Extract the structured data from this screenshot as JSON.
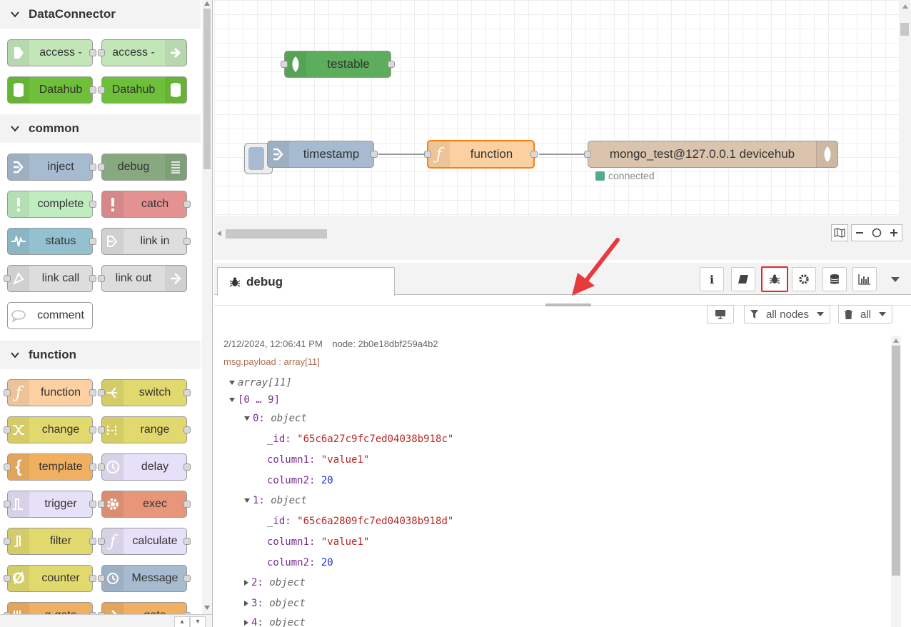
{
  "palette": {
    "categories": [
      {
        "name": "DataConnector"
      },
      {
        "name": "common"
      },
      {
        "name": "function"
      }
    ],
    "nodes": {
      "access_in": "access -",
      "access_out": "access -",
      "datahub_in": "Datahub",
      "datahub_out": "Datahub",
      "inject": "inject",
      "debug": "debug",
      "complete": "complete",
      "catch": "catch",
      "status": "status",
      "link_in": "link in",
      "link_call": "link call",
      "link_out": "link out",
      "comment": "comment",
      "function": "function",
      "switch": "switch",
      "change": "change",
      "range": "range",
      "template": "template",
      "delay": "delay",
      "trigger": "trigger",
      "exec": "exec",
      "filter": "filter",
      "calculate": "calculate",
      "counter": "counter",
      "message": "Message",
      "q_gate": "q-gate",
      "gate": "gate"
    }
  },
  "flow": {
    "testable": "testable",
    "timestamp": "timestamp",
    "function": "function",
    "mongo": "mongo_test@127.0.0.1 devicehub",
    "mongo_status": "connected"
  },
  "sidebar": {
    "active_tab": "debug",
    "filter_label": "all nodes",
    "clear_label": "all"
  },
  "debug": {
    "timestamp": "2/12/2024, 12:06:41 PM",
    "node": "node: 2b0e18dbf259a4b2",
    "topic": "msg.payload : array[11]",
    "array_label": "array[11]",
    "range_label": "[0 … 9]",
    "items": [
      {
        "index": "0:",
        "type": "object",
        "id_key": "_id:",
        "id_val": "\"65c6a27c9fc7ed04038b918c\"",
        "c1_key": "column1:",
        "c1_val": "\"value1\"",
        "c2_key": "column2:",
        "c2_val": "20"
      },
      {
        "index": "1:",
        "type": "object",
        "id_key": "_id:",
        "id_val": "\"65c6a2809fc7ed04038b918d\"",
        "c1_key": "column1:",
        "c1_val": "\"value1\"",
        "c2_key": "column2:",
        "c2_val": "20"
      }
    ],
    "collapsed": [
      {
        "index": "2:",
        "type": "object"
      },
      {
        "index": "3:",
        "type": "object"
      },
      {
        "index": "4:",
        "type": "object"
      }
    ]
  },
  "colors": {
    "accent_red": "#e8393c",
    "highlight_box": "#e0292c"
  }
}
